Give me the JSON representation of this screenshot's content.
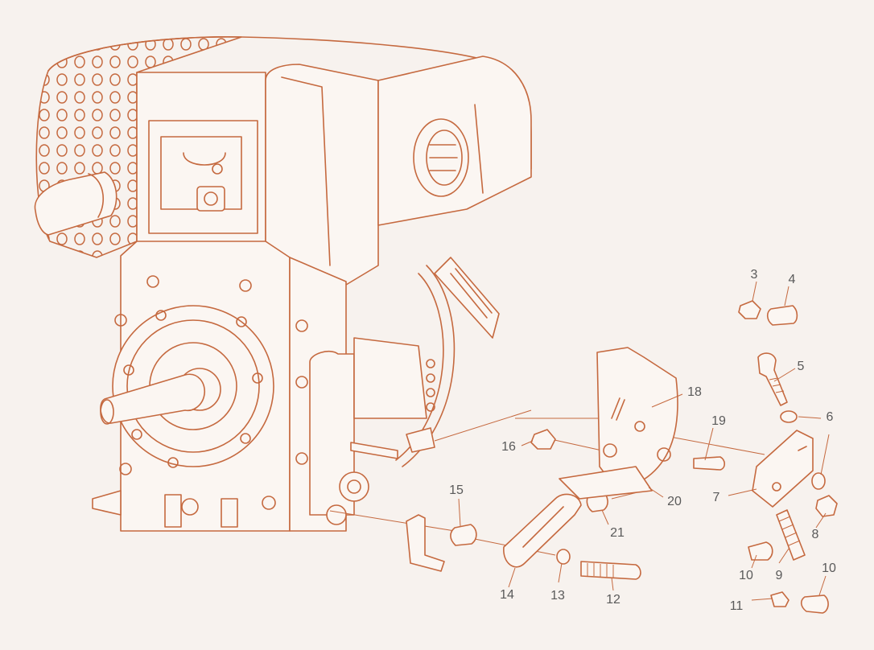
{
  "diagram": {
    "colors": {
      "line": "#c5693f",
      "label": "#5a5a5a",
      "background": "#f7f2ee"
    },
    "callouts": [
      "3",
      "4",
      "5",
      "6",
      "7",
      "8",
      "9",
      "10",
      "10",
      "11",
      "12",
      "13",
      "14",
      "15",
      "16",
      "18",
      "19",
      "20",
      "21"
    ]
  }
}
